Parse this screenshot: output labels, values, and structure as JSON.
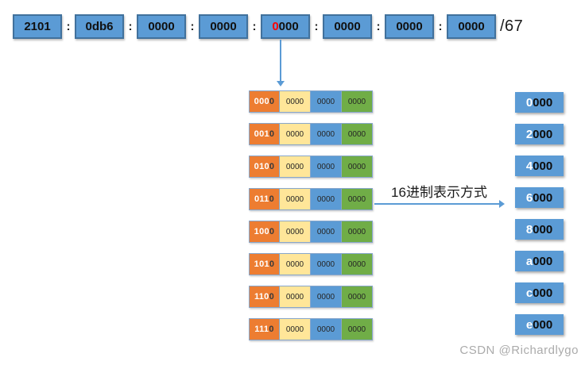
{
  "address_bar": {
    "separator": ":",
    "prefix_length": "/67",
    "segments": [
      {
        "highlight": "",
        "text": "2101"
      },
      {
        "highlight": "",
        "text": "0db6"
      },
      {
        "highlight": "",
        "text": "0000"
      },
      {
        "highlight": "",
        "text": "0000"
      },
      {
        "highlight": "0",
        "text": "000"
      },
      {
        "highlight": "",
        "text": "0000"
      },
      {
        "highlight": "",
        "text": "0000"
      },
      {
        "highlight": "",
        "text": "0000"
      }
    ]
  },
  "binary_table": {
    "rows": [
      {
        "subnet_bits": "000",
        "host_bit": "0",
        "group2": "0000",
        "group3": "0000",
        "group4": "0000"
      },
      {
        "subnet_bits": "001",
        "host_bit": "0",
        "group2": "0000",
        "group3": "0000",
        "group4": "0000"
      },
      {
        "subnet_bits": "010",
        "host_bit": "0",
        "group2": "0000",
        "group3": "0000",
        "group4": "0000"
      },
      {
        "subnet_bits": "011",
        "host_bit": "0",
        "group2": "0000",
        "group3": "0000",
        "group4": "0000"
      },
      {
        "subnet_bits": "100",
        "host_bit": "0",
        "group2": "0000",
        "group3": "0000",
        "group4": "0000"
      },
      {
        "subnet_bits": "101",
        "host_bit": "0",
        "group2": "0000",
        "group3": "0000",
        "group4": "0000"
      },
      {
        "subnet_bits": "110",
        "host_bit": "0",
        "group2": "0000",
        "group3": "0000",
        "group4": "0000"
      },
      {
        "subnet_bits": "111",
        "host_bit": "0",
        "group2": "0000",
        "group3": "0000",
        "group4": "0000"
      }
    ]
  },
  "hex_column": {
    "items": [
      {
        "first_digit": "0",
        "rest": "000"
      },
      {
        "first_digit": "2",
        "rest": "000"
      },
      {
        "first_digit": "4",
        "rest": "000"
      },
      {
        "first_digit": "6",
        "rest": "000"
      },
      {
        "first_digit": "8",
        "rest": "000"
      },
      {
        "first_digit": "a",
        "rest": "000"
      },
      {
        "first_digit": "c",
        "rest": "000"
      },
      {
        "first_digit": "e",
        "rest": "000"
      }
    ]
  },
  "labels": {
    "hex_arrow": "16进制表示方式"
  },
  "watermark": "CSDN @Richardlygo",
  "colors": {
    "box_blue": "#5B9BD5",
    "box_blue_border": "#41719C",
    "orange": "#ED7D31",
    "yellow": "#FFE699",
    "green": "#70AD47",
    "highlight_red": "#FF0000",
    "arrow_blue": "#5B9BD5",
    "watermark_gray": "#ABABAB"
  }
}
